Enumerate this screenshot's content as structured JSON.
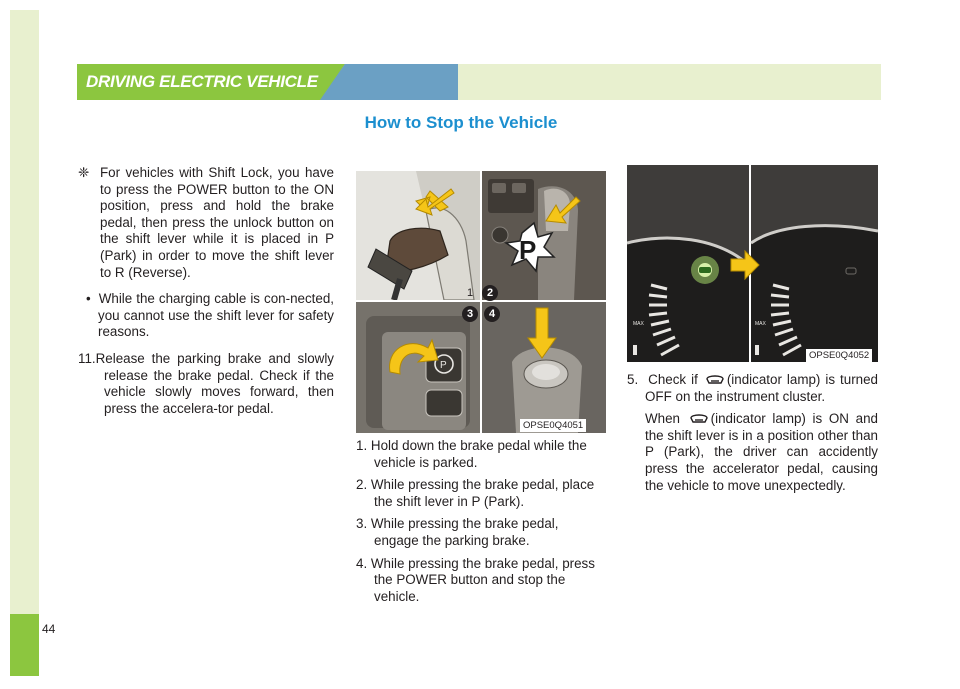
{
  "header": {
    "section_title": "DRIVING ELECTRIC VEHICLE"
  },
  "page": {
    "title": "How to Stop the Vehicle",
    "number": "44"
  },
  "left_column": {
    "note_symbol": "❈",
    "note_text": "For vehicles with Shift Lock, you have to press the POWER button to the ON position, press and hold the brake pedal, then press the unlock button on the shift lever while it is placed in P (Park) in order to move the shift lever to R (Reverse).",
    "bullet_text": "While the charging cable is con-nected, you cannot use the shift lever for safety reasons.",
    "step11_num": "11.",
    "step11_text": "Release the parking brake and slowly release the brake pedal. Check if the vehicle slowly moves forward, then press the accelera-tor pedal."
  },
  "middle_column": {
    "image_ref": "OPSE0Q4051",
    "callouts": [
      "1",
      "2",
      "3",
      "4"
    ],
    "steps": [
      {
        "num": "1.",
        "text": "Hold down the brake pedal while the vehicle is parked."
      },
      {
        "num": "2.",
        "text": "While pressing the brake pedal, place the shift lever in P (Park)."
      },
      {
        "num": "3.",
        "text": "While pressing the brake pedal, engage the parking brake."
      },
      {
        "num": "4.",
        "text": "While pressing the brake pedal, press the POWER button and stop the vehicle."
      }
    ],
    "shift_letter": "P"
  },
  "right_column": {
    "image_ref": "OPSE0Q4052",
    "gauge_label": "MAX",
    "step5_num": "5.",
    "step5_pre": "Check if",
    "step5_post": "(indicator lamp) is turned OFF on the instrument cluster.",
    "warning_pre": "When",
    "warning_post": "(indicator lamp) is ON and the shift lever is in a position other than P (Park), the driver can accidently press the accelerator pedal, causing the vehicle to move unexpectedly."
  },
  "colors": {
    "accent_green": "#8cc63f",
    "light_green": "#e8f0cf",
    "accent_blue": "#1c8fcf"
  },
  "icons": {
    "ready_lamp": "ready-indicator-icon"
  }
}
